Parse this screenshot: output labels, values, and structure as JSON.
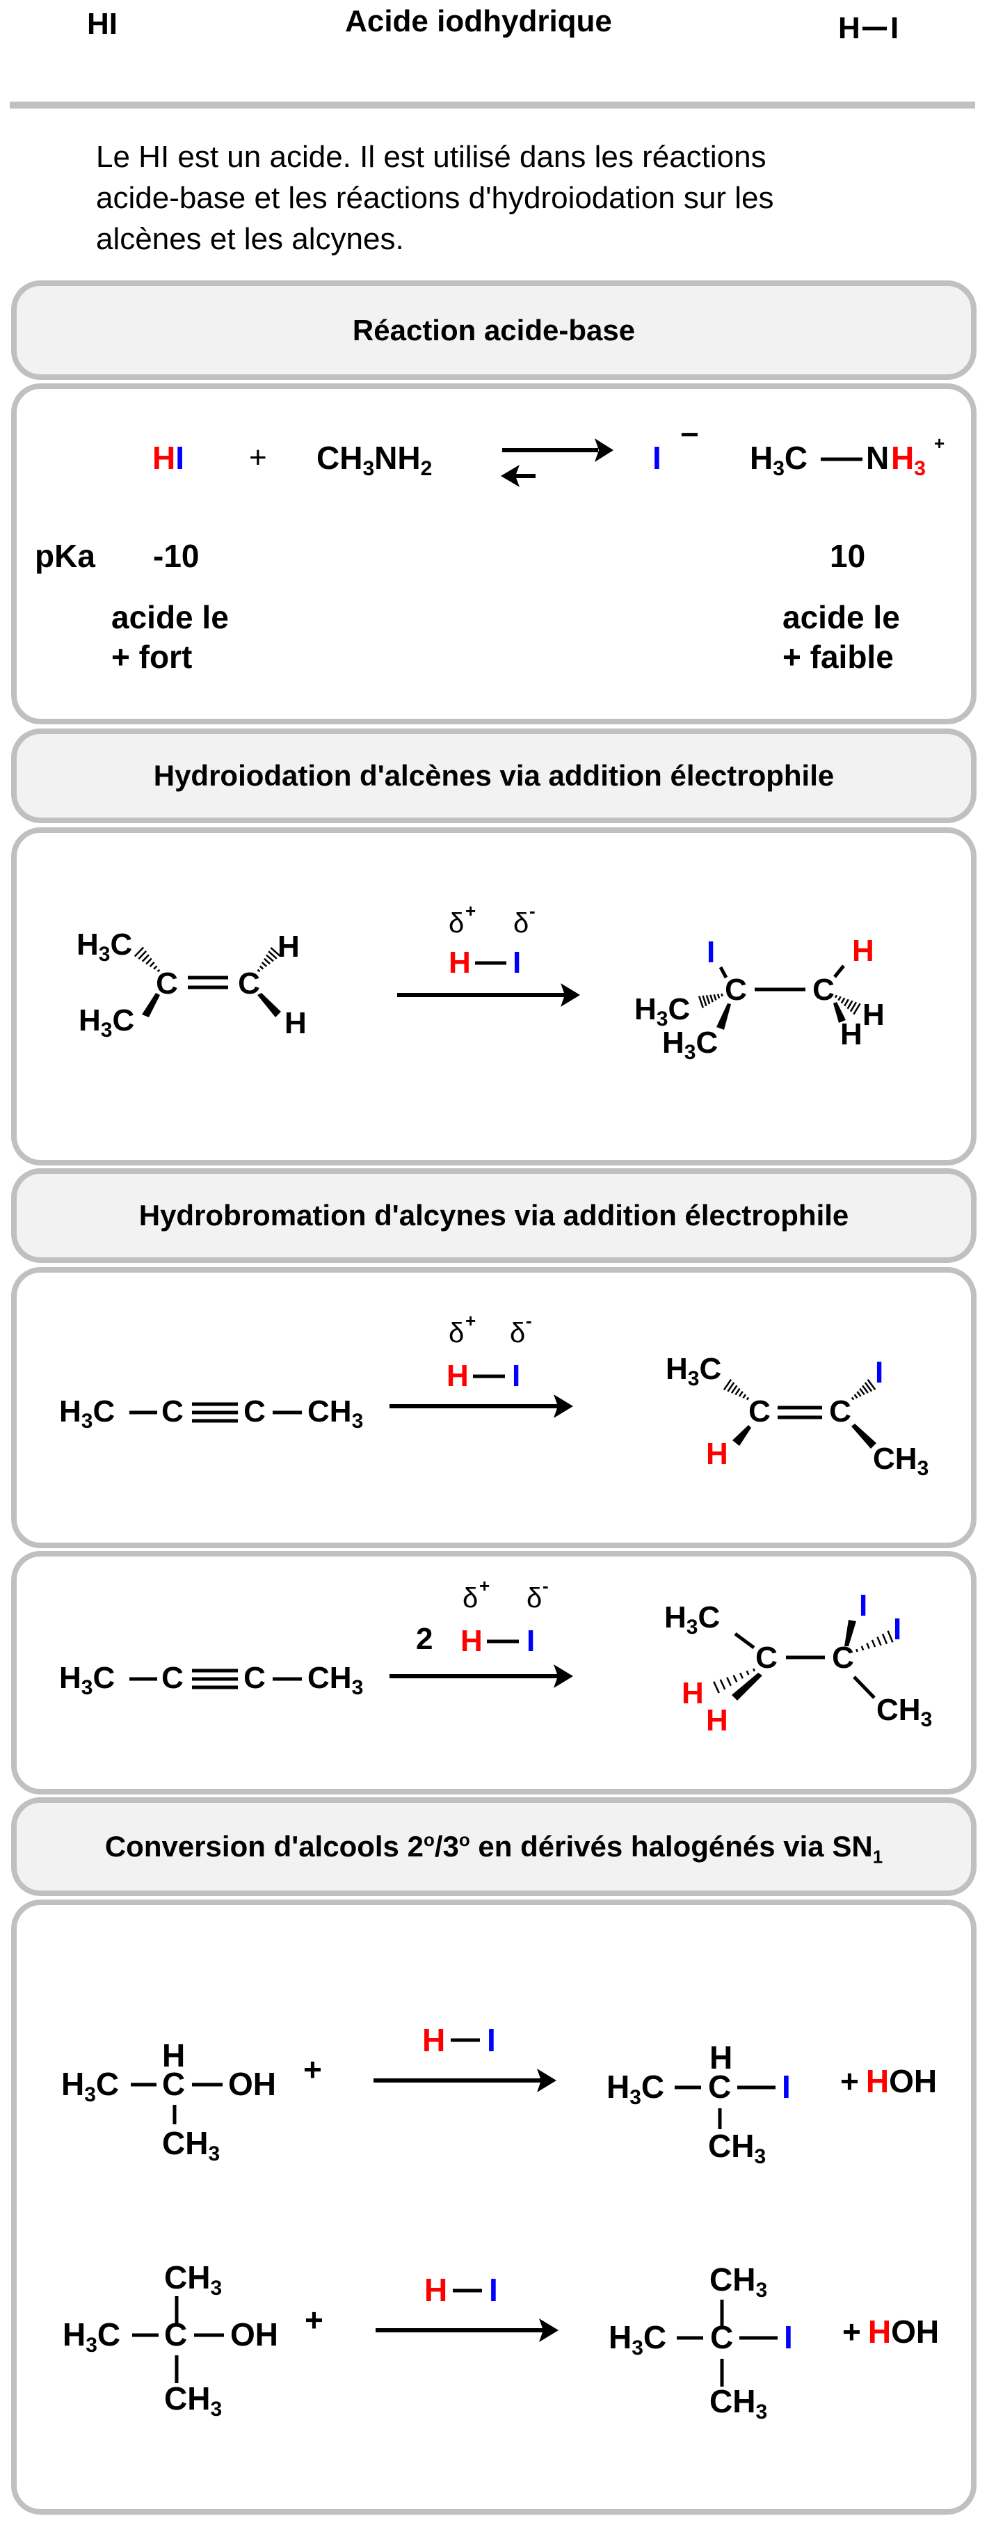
{
  "colors": {
    "hydrogen": "#ff0000",
    "iodine": "#0000ff",
    "border": "#c0c0c0",
    "header_bg": "#f2f2f2"
  },
  "header": {
    "formula": "HI",
    "title": "Acide iodhydrique",
    "struct_h": "H",
    "struct_i": "I"
  },
  "intro": {
    "lines": [
      "Le HI est un acide. Il est utilisé dans les réactions",
      "acide-base et les réactions d'hydroiodation sur les",
      "alcènes et les alcynes."
    ]
  },
  "sections": [
    {
      "title": "Réaction acide-base"
    },
    {
      "title": "Hydroiodation d'alcènes via addition électrophile"
    },
    {
      "title": "Hydrobromation d'alcynes via addition électrophile"
    },
    {
      "title_pre": "Conversion d'alcools 2",
      "sup1": "o",
      "title_mid": "/3",
      "sup2": "o",
      "title_post": " en dérivés halogénés via SN",
      "sub": "1"
    }
  ],
  "acid_base": {
    "acid_h": "H",
    "acid_i": "I",
    "plus": "+",
    "base": "CH3NH2",
    "conj_base": "I",
    "conj_base_charge": "−",
    "conj_acid_c": "H3C",
    "conj_acid_n": "N",
    "conj_acid_h3": "H3",
    "conj_acid_charge": "+",
    "pka_label": "pKa",
    "pka_acid": "-10",
    "pka_conj_acid": "10",
    "strong_line1": "acide le",
    "strong_line2": "+ fort",
    "weak_line1": "acide le",
    "weak_line2": "+ faible"
  },
  "labels": {
    "h3c": "H3C",
    "ch3": "CH3",
    "c": "C",
    "h": "H",
    "i": "I",
    "oh": "OH",
    "plus": "+",
    "delta": "δ",
    "delta_plus": "+",
    "delta_minus": "-",
    "coef": "2"
  }
}
